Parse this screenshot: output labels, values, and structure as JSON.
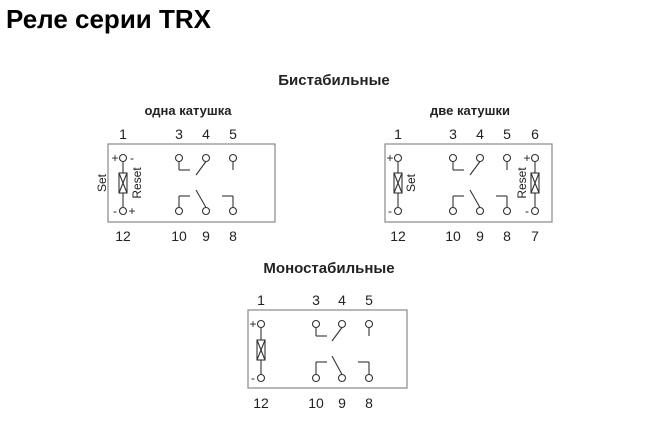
{
  "title": "Реле серии TRX",
  "sections": {
    "bistable": "Бистабильные",
    "monostable": "Моностабильные"
  },
  "subtitles": {
    "one_coil": "одна катушка",
    "two_coils": "две катушки"
  },
  "coil_labels": {
    "set": "Set",
    "reset": "Reset"
  },
  "polarity": {
    "plus": "+",
    "minus": "-"
  },
  "pins": {
    "bi_one": {
      "top": [
        "1",
        "3",
        "4",
        "5"
      ],
      "bottom": [
        "12",
        "10",
        "9",
        "8"
      ]
    },
    "bi_two": {
      "top": [
        "1",
        "3",
        "4",
        "5",
        "6"
      ],
      "bottom": [
        "12",
        "10",
        "9",
        "8",
        "7"
      ]
    },
    "mono": {
      "top": [
        "1",
        "3",
        "4",
        "5"
      ],
      "bottom": [
        "12",
        "10",
        "9",
        "8"
      ]
    }
  }
}
